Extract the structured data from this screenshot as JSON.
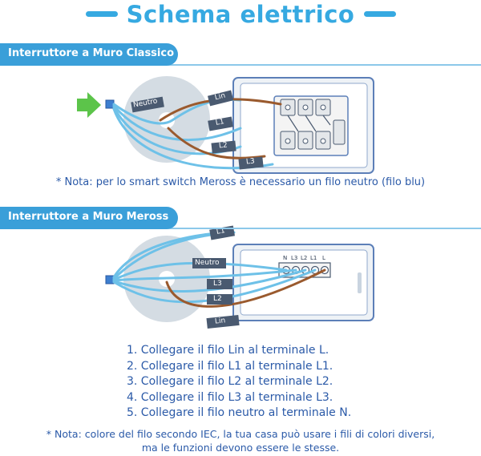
{
  "title": "Schema elettrico",
  "section1": {
    "heading": "Interruttore a Muro Classico",
    "wire_labels": {
      "neutro": "Neutro",
      "lin": "Lin",
      "l1": "L1",
      "l2": "L2",
      "l3": "L3"
    },
    "note": "* Nota: per lo smart switch Meross è necessario un filo neutro (filo blu)"
  },
  "section2": {
    "heading": "Interruttore a Muro Meross",
    "wire_labels": {
      "l1": "L1",
      "neutro": "Neutro",
      "l3": "L3",
      "l2": "L2",
      "lin": "Lin"
    },
    "terminal_labels": [
      "N",
      "L3",
      "L2",
      "L1",
      "L"
    ]
  },
  "steps": [
    "1. Collegare il filo Lin al terminale L.",
    "2. Collegare il filo L1 al terminale L1.",
    "3. Collegare il filo L2 al terminale L2.",
    "4. Collegare il filo L3 al terminale L3.",
    "5. Collegare il filo neutro al terminale N."
  ],
  "footnote": {
    "line1": "* Nota: colore del filo secondo IEC, la tua casa può usare i fili di colori diversi,",
    "line2": "ma le funzioni devono essere le stesse."
  },
  "colors": {
    "accent": "#36a9e1",
    "text": "#2b5aa8",
    "neutral_wire": "#6ec1e8",
    "live_wire": "#9a5a2e",
    "arrow": "#5cc44a"
  }
}
